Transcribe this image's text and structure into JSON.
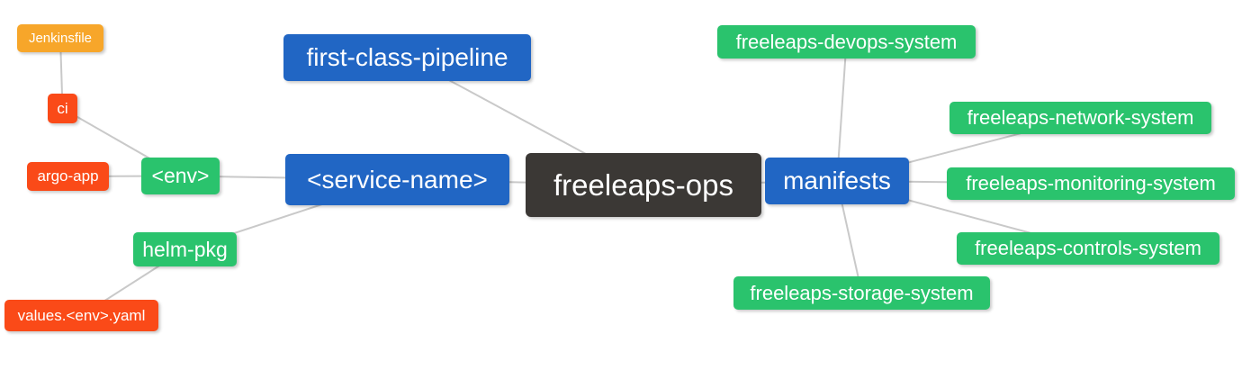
{
  "diagram": {
    "type": "mindmap",
    "root": "freeleaps_ops",
    "background": "#ffffff",
    "line_color": "#c9c9c9"
  },
  "palette": {
    "blue": "#2166c4",
    "green": "#2ac36d",
    "orange": "#f7a62a",
    "red": "#fa4a18",
    "dark": "#3b3835",
    "text": "#ffffff"
  },
  "nodes": {
    "freeleaps_ops": {
      "label": "freeleaps-ops",
      "color": "dark",
      "role": "root"
    },
    "first_class_pipeline": {
      "label": "first-class-pipeline",
      "color": "blue"
    },
    "service_name": {
      "label": "<service-name>",
      "color": "blue"
    },
    "env": {
      "label": "<env>",
      "color": "green"
    },
    "ci": {
      "label": "ci",
      "color": "red"
    },
    "jenkinsfile": {
      "label": "Jenkinsfile",
      "color": "orange"
    },
    "argo_app": {
      "label": "argo-app",
      "color": "red"
    },
    "helm_pkg": {
      "label": "helm-pkg",
      "color": "green"
    },
    "values_env_yaml": {
      "label": "values.<env>.yaml",
      "color": "red"
    },
    "manifests": {
      "label": "manifests",
      "color": "blue"
    },
    "devops_system": {
      "label": "freeleaps-devops-system",
      "color": "green"
    },
    "network_system": {
      "label": "freeleaps-network-system",
      "color": "green"
    },
    "monitoring_system": {
      "label": "freeleaps-monitoring-system",
      "color": "green"
    },
    "controls_system": {
      "label": "freeleaps-controls-system",
      "color": "green"
    },
    "storage_system": {
      "label": "freeleaps-storage-system",
      "color": "green"
    }
  },
  "edges": [
    {
      "from": "jenkinsfile",
      "to": "ci"
    },
    {
      "from": "ci",
      "to": "env"
    },
    {
      "from": "argo_app",
      "to": "env"
    },
    {
      "from": "env",
      "to": "service_name"
    },
    {
      "from": "helm_pkg",
      "to": "service_name"
    },
    {
      "from": "values_env_yaml",
      "to": "helm_pkg"
    },
    {
      "from": "first_class_pipeline",
      "to": "freeleaps_ops"
    },
    {
      "from": "service_name",
      "to": "freeleaps_ops"
    },
    {
      "from": "freeleaps_ops",
      "to": "manifests"
    },
    {
      "from": "manifests",
      "to": "devops_system"
    },
    {
      "from": "manifests",
      "to": "network_system"
    },
    {
      "from": "manifests",
      "to": "monitoring_system"
    },
    {
      "from": "manifests",
      "to": "controls_system"
    },
    {
      "from": "manifests",
      "to": "storage_system"
    }
  ]
}
